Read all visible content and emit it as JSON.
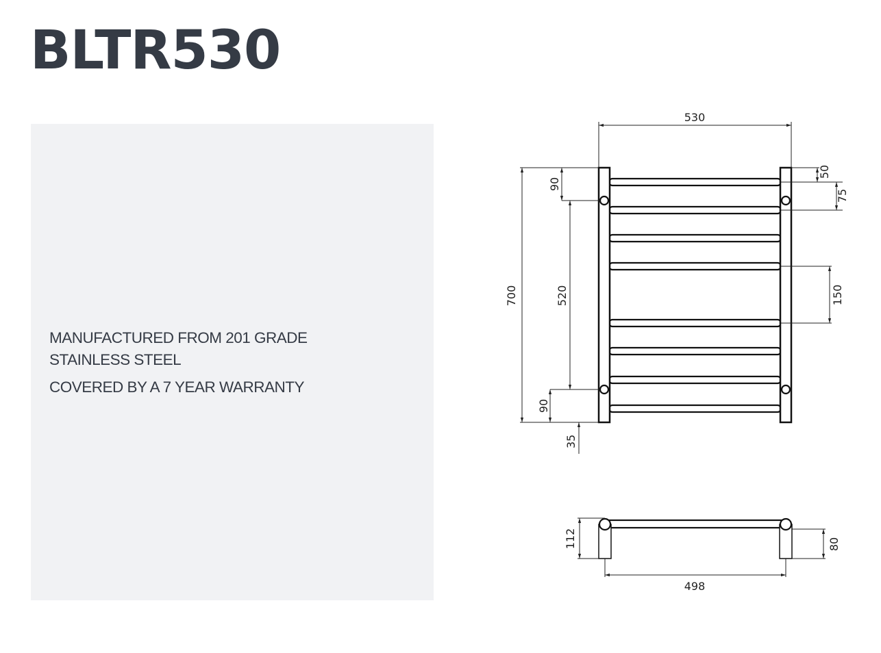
{
  "title": "BLTR530",
  "features": [
    "MANUFACTURED FROM 201 GRADE",
    "STAINLESS STEEL",
    "COVERED BY A 7 YEAR WARRANTY"
  ],
  "front_view": {
    "dimensions": {
      "width": "530",
      "height": "700",
      "top_to_mount": "90",
      "mount_spacing": "520",
      "bottom_to_mount": "90",
      "floor_clearance": "35",
      "top_to_first_rail": "50",
      "rail_pitch": "75",
      "middle_gap": "150"
    }
  },
  "side_view": {
    "dimensions": {
      "depth": "112",
      "post_depth": "80",
      "centres": "498"
    }
  }
}
